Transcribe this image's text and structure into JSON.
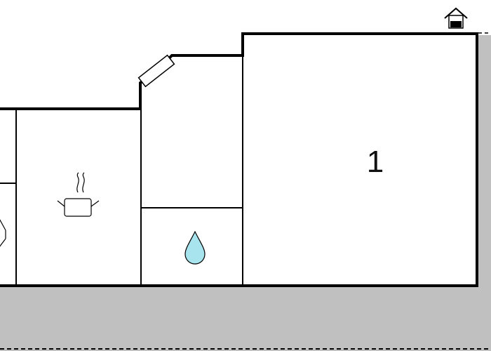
{
  "floorplan": {
    "rooms": [
      {
        "id": "room-1",
        "label": "1"
      }
    ],
    "icons": [
      {
        "room": "left-edge",
        "icon": "bed-icon"
      },
      {
        "room": "kitchen",
        "icon": "cooking-pot-icon"
      },
      {
        "room": "bathroom",
        "icon": "water-drop-icon"
      },
      {
        "room": "exterior",
        "icon": "house-entrance-icon"
      },
      {
        "room": "hallway",
        "icon": "roof-window-icon"
      }
    ],
    "colors": {
      "walls": "#000000",
      "terrace": "#c0c0c0",
      "water": "#a8e4ee"
    }
  }
}
